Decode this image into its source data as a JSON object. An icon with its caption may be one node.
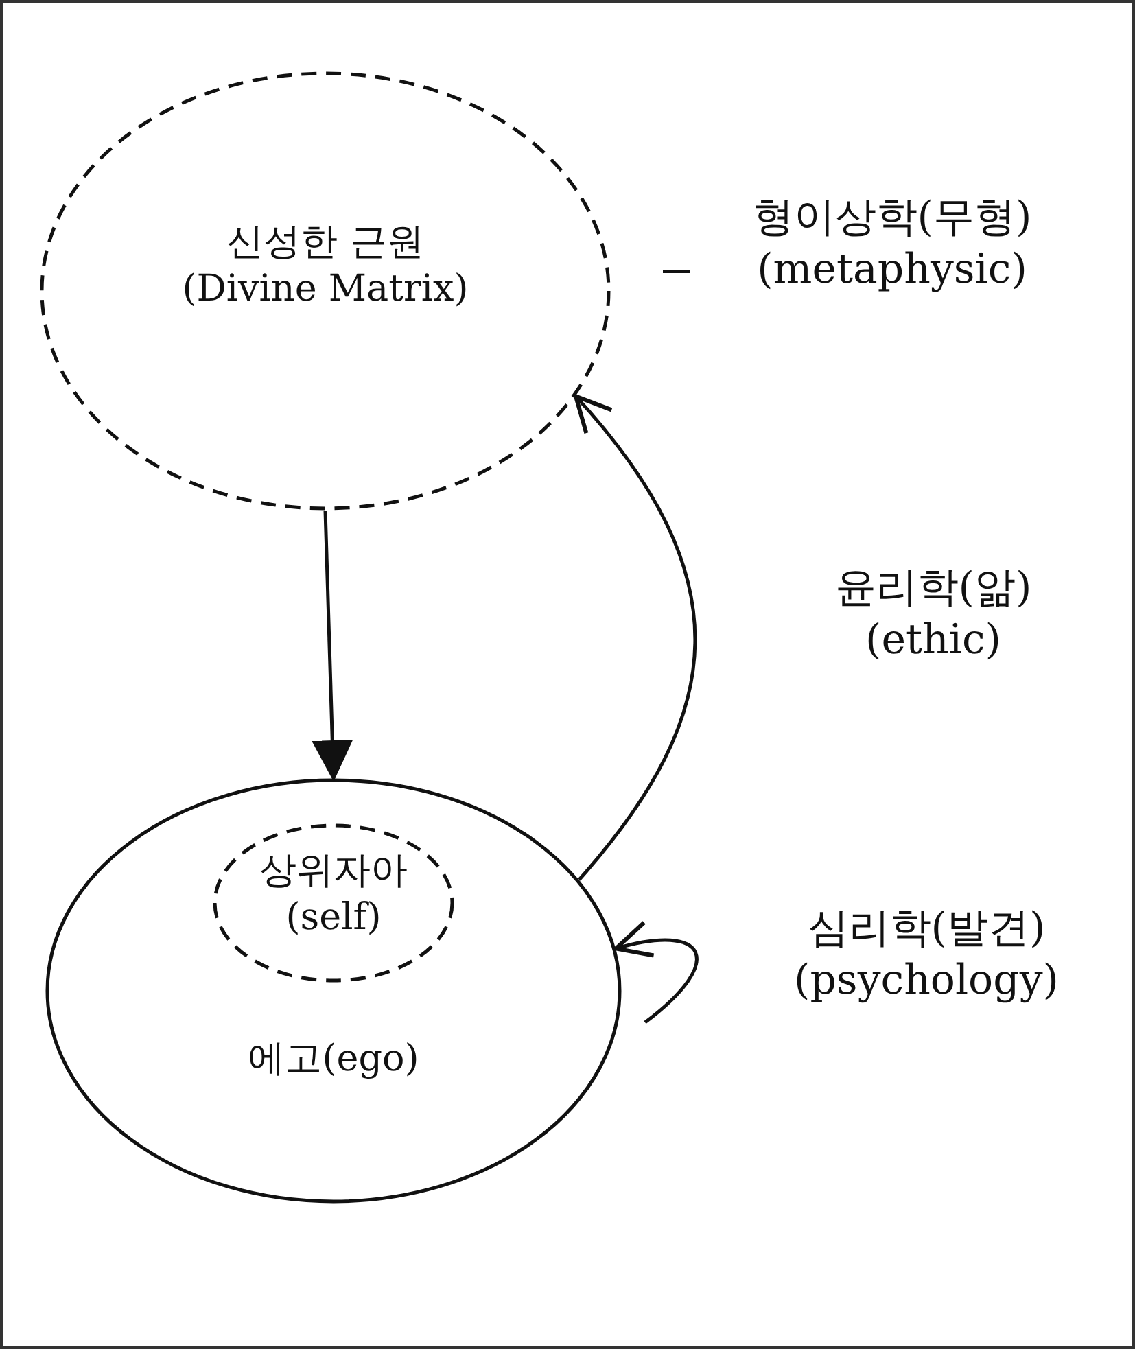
{
  "diagram": {
    "nodes": [
      {
        "text": [
          "신성한 근원 (Divine Matrix)"
        ],
        "beside": [
          "형이상학(무형) (metaphysic)"
        ]
      },
      {
        "text": [
          "에고(ego)"
        ]
      },
      {
        "text": [
          "상위자아 (self)"
        ],
        "in": 1
      }
    ],
    "edges": [
      {
        "from": 0,
        "to": 1,
        "arrow": "to"
      },
      {
        "from": 1,
        "to": 0,
        "arrow": "to",
        "label": "윤리학(앎) (ethic)"
      },
      {
        "from": null,
        "to": 1,
        "arrow": "to",
        "label": "심리학(발견) (psychology)"
      }
    ]
  }
}
